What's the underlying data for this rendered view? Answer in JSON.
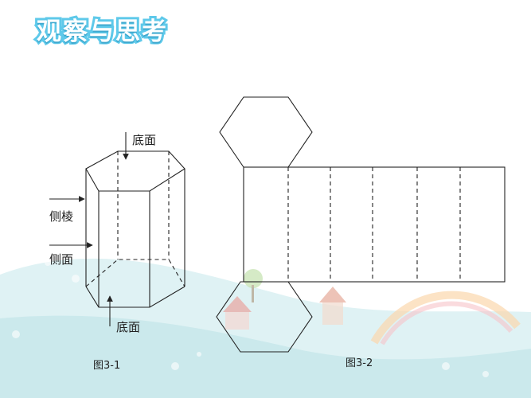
{
  "title": "观察与思考",
  "figure1": {
    "labels": {
      "top_base": "底面",
      "lateral_edge": "侧棱",
      "lateral_face": "侧面",
      "bottom_base": "底面"
    },
    "caption": "图3-1"
  },
  "figure2": {
    "caption": "图3-2"
  },
  "colors": {
    "title_fill": "#ffffff",
    "title_outline": "#5ec9ea",
    "line": "#222222",
    "hill": "#cdebee",
    "rainbow": "#fbd3a2"
  }
}
